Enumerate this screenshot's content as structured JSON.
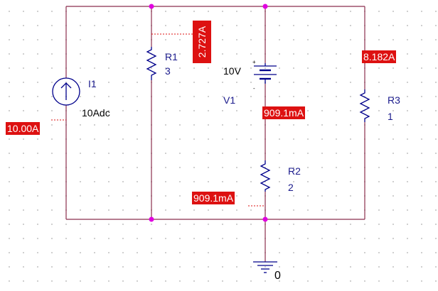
{
  "colors": {
    "wire": "#8b2f4e",
    "part": "#00008b",
    "junction": "#e000e0",
    "marker_bg": "#dd1111",
    "marker_text": "#ffffff",
    "ref_text": "#1a1a8c",
    "grid_dot": "#c8c8c8"
  },
  "components": {
    "current_source": {
      "ref": "I1",
      "value": "10Adc",
      "icon": "current-source-arrow-up-icon"
    },
    "resistor_r1": {
      "ref": "R1",
      "value": "3",
      "icon": "resistor-zigzag-icon"
    },
    "battery": {
      "ref": "V1",
      "value": "10V",
      "plus": "+",
      "minus": "-",
      "icon": "battery-icon"
    },
    "resistor_r2": {
      "ref": "R2",
      "value": "2",
      "icon": "resistor-zigzag-icon"
    },
    "resistor_r3": {
      "ref": "R3",
      "value": "1",
      "icon": "resistor-zigzag-icon"
    },
    "ground": {
      "label": "0",
      "icon": "ground-icon"
    }
  },
  "current_markers": {
    "i1": "10.00A",
    "r1": "2.727A",
    "v1": "909.1mA",
    "r2": "909.1mA",
    "r3": "8.182A"
  }
}
